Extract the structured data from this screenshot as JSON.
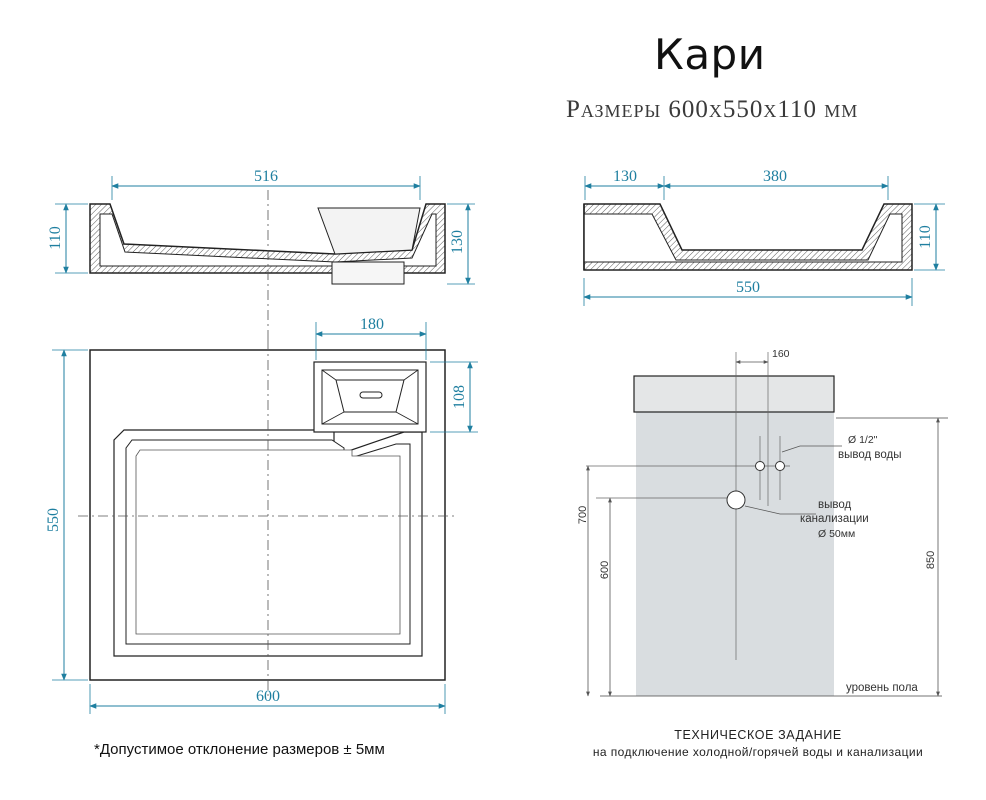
{
  "header": {
    "title": "Кари",
    "subtitle": "Размеры 600x550x110 мм"
  },
  "side_view_left": {
    "width_top": "516",
    "height_left": "110",
    "height_right": "130"
  },
  "side_view_right": {
    "rim": "130",
    "bowl": "380",
    "height": "110",
    "total": "550"
  },
  "top_view": {
    "overflow_width": "180",
    "overflow_depth": "108",
    "depth": "550",
    "width": "600"
  },
  "installation": {
    "offset": "160",
    "water_label": [
      "Ø 1/2\"",
      "вывод воды"
    ],
    "drain_label": [
      "вывод",
      "канализации",
      "Ø 50мм"
    ],
    "height_water": "700",
    "height_drain": "600",
    "height_total": "850",
    "floor_label": "уровень пола"
  },
  "notes": {
    "tolerance": "*Допустимое отклонение размеров ± 5мм",
    "spec_title": "ТЕХНИЧЕСКОЕ ЗАДАНИЕ",
    "spec_subtitle": "на подключение холодной/горячей воды и канализации"
  },
  "colors": {
    "dimension": "#1f7fa0",
    "outline": "#222222",
    "install_fill": "#d9dde0"
  }
}
